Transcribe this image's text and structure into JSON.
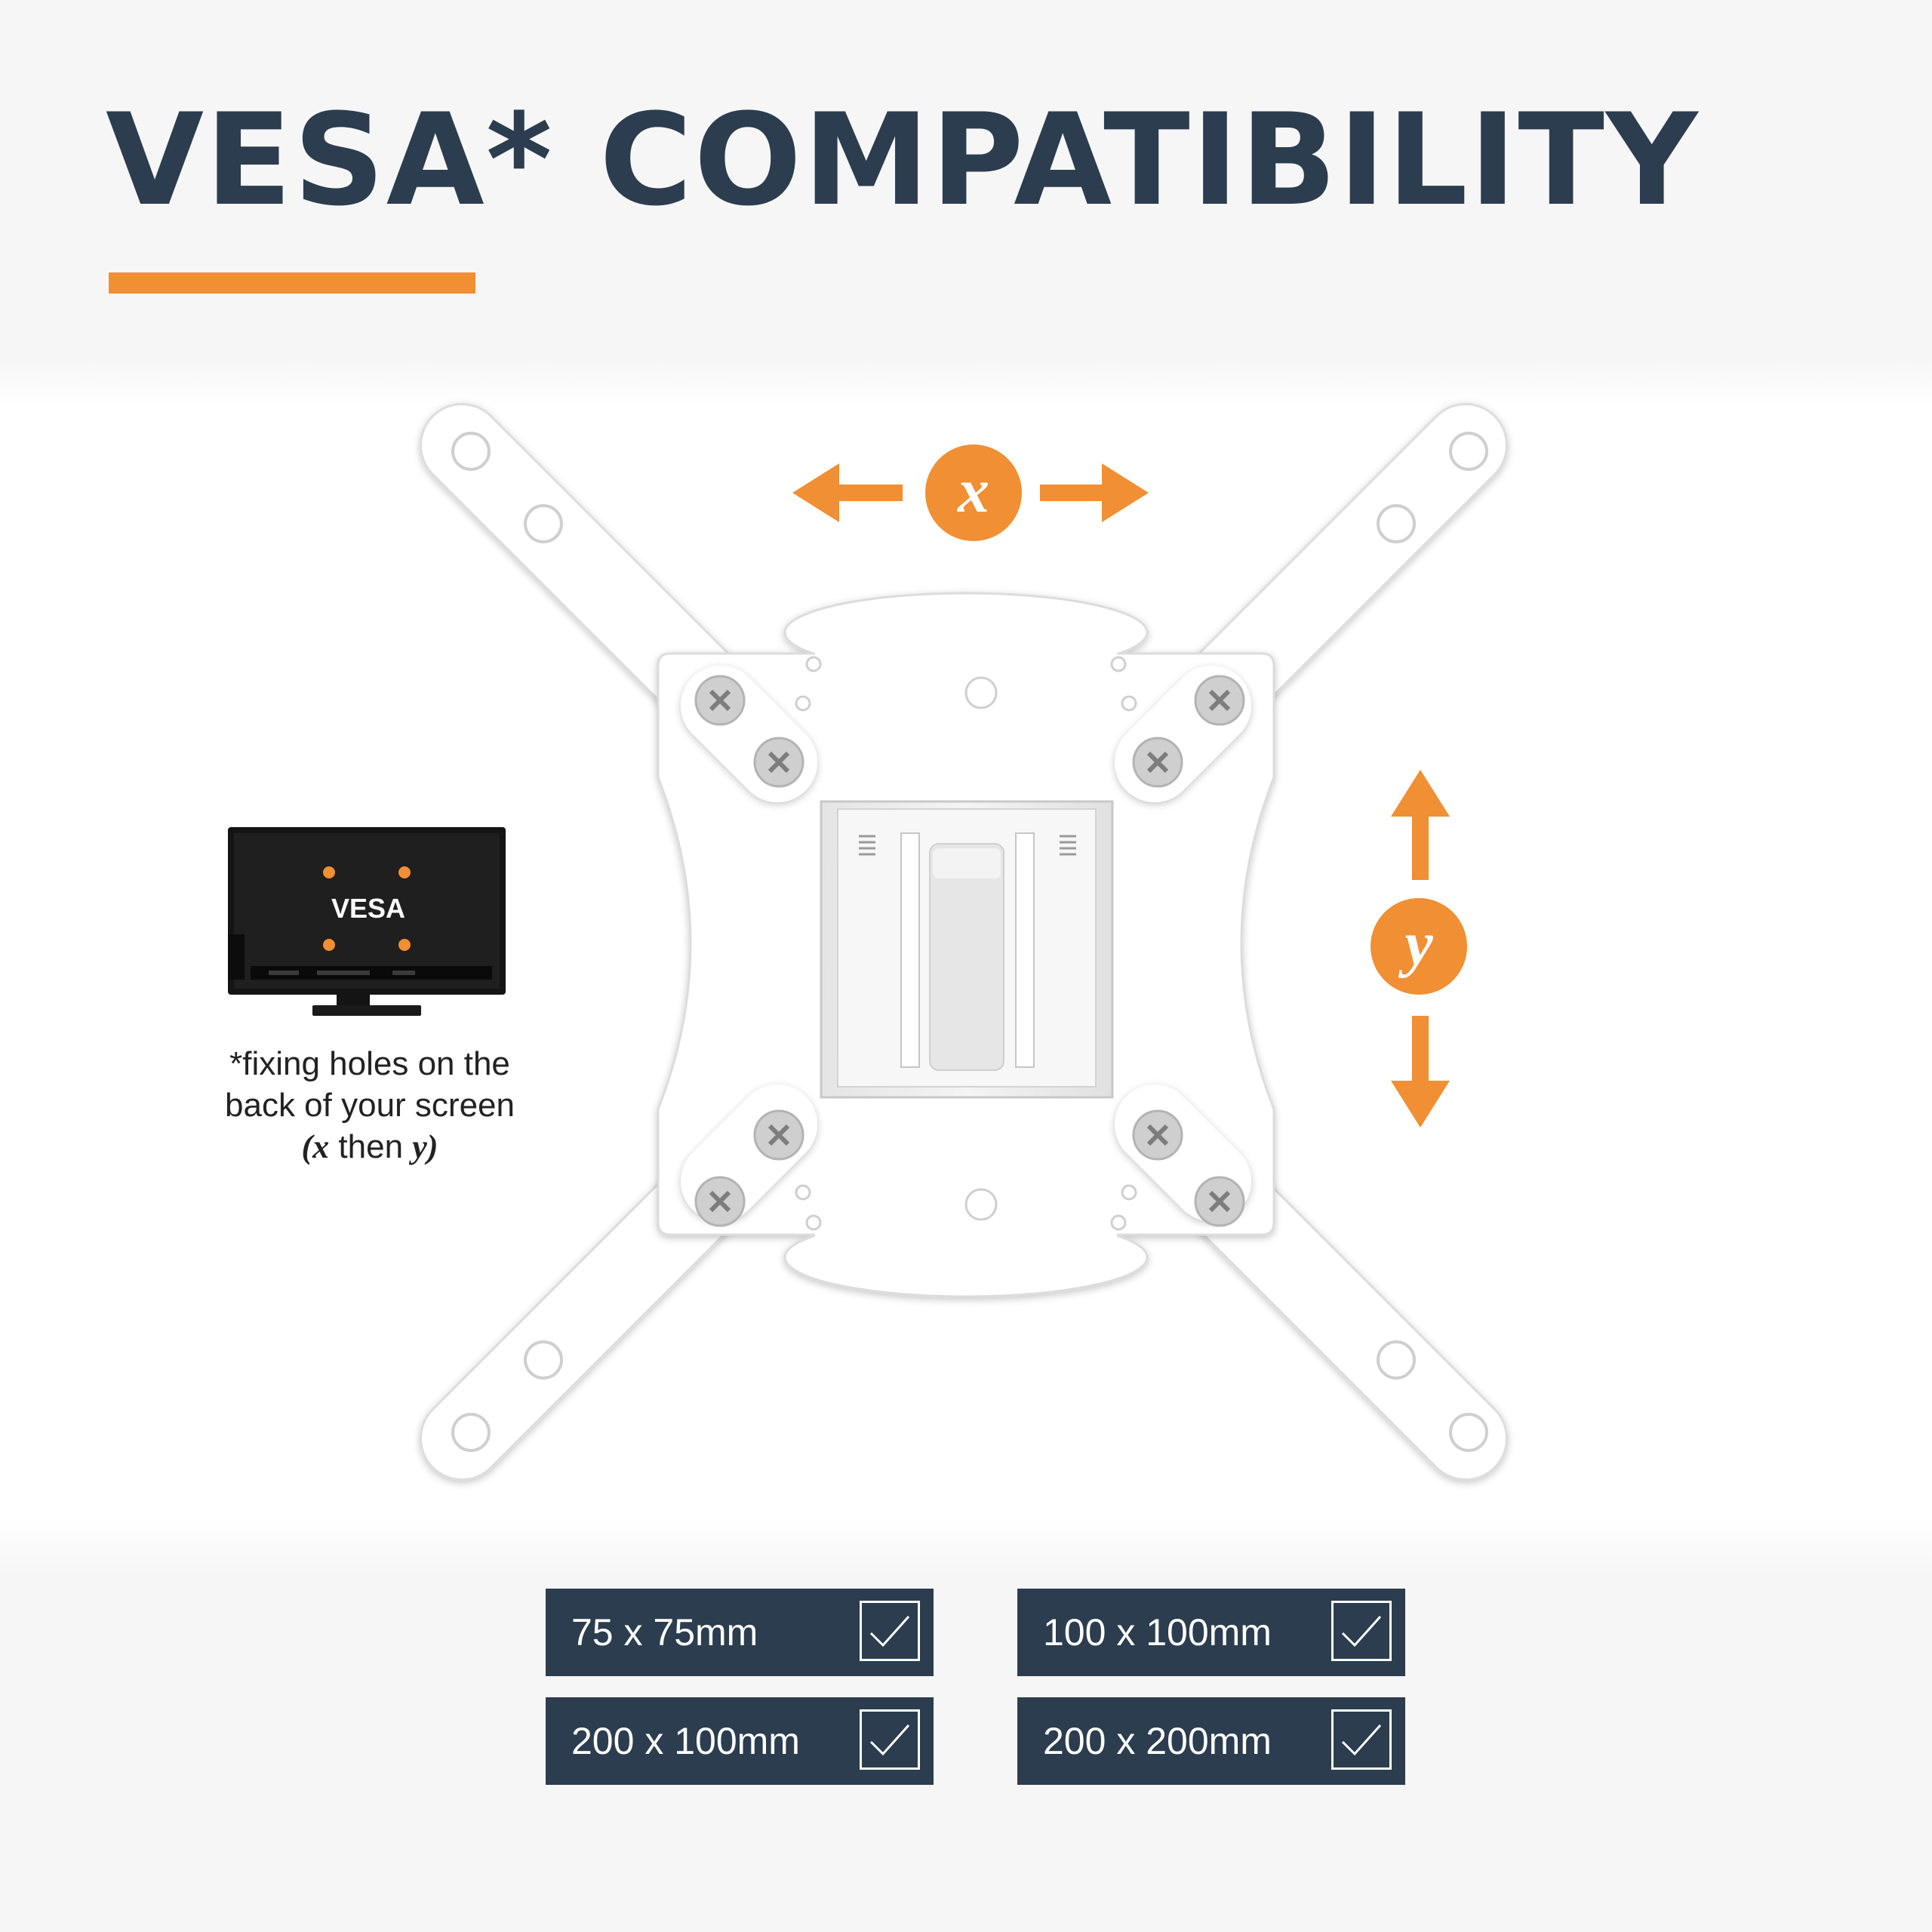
{
  "title": "VESA* COMPATIBILITY",
  "colors": {
    "navy": "#2b3d4e",
    "orange": "#f18f34",
    "white": "#ffffff"
  },
  "arrows": {
    "x_label": "x",
    "y_label": "y"
  },
  "tv": {
    "label": "VESA",
    "caption_line1": "*fixing holes on the",
    "caption_line2": "back of your screen",
    "caption_x": "x",
    "caption_then": "then",
    "caption_y": "y"
  },
  "vesa_sizes": [
    {
      "label": "75 x 75mm",
      "checked": true
    },
    {
      "label": "100 x 100mm",
      "checked": true
    },
    {
      "label": "200 x 100mm",
      "checked": true
    },
    {
      "label": "200 x 200mm",
      "checked": true
    }
  ]
}
